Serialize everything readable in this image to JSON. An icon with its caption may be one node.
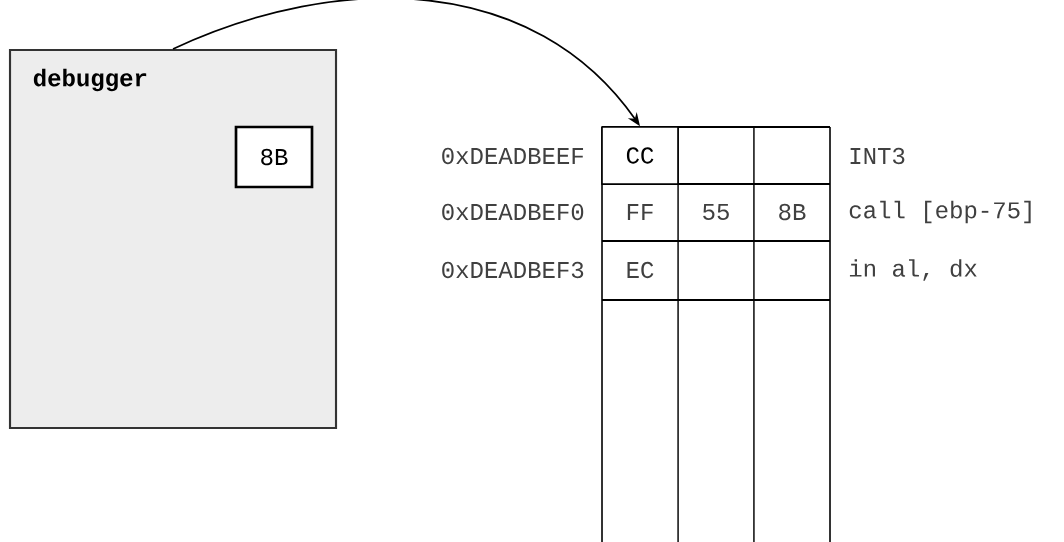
{
  "diagram": {
    "nodes": [
      {
        "text": [
          "debugger"
        ]
      },
      {
        "text": [
          "8B"
        ],
        "in": 0
      },
      {
        "text": [
          "CC"
        ]
      }
    ],
    "edges": [
      {
        "from": 0,
        "to": 2,
        "arrow": "to"
      }
    ],
    "labels": [
      "0xDEADBEEF",
      "INT3",
      "0xDEADBEF0",
      "FF",
      "55",
      "8B",
      "call [ebp-75]",
      "0xDEADBEF3",
      "EC",
      "in al, dx"
    ]
  }
}
